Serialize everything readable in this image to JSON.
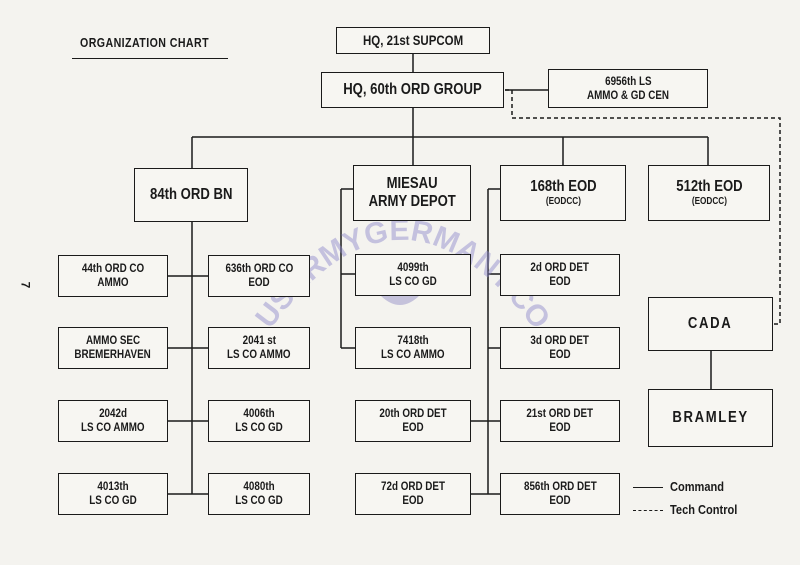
{
  "title": "ORGANIZATION CHART",
  "page_number": "7",
  "watermark": "USARMYGERMANY.COM",
  "nodes": {
    "hq_21st_supcom": "HQ, 21st SUPCOM",
    "hq_60th_ord_group": "HQ, 60th ORD GROUP",
    "ls_6956th": [
      "6956th LS",
      "AMMO & GD CEN"
    ],
    "bn_84th_ord": "84th ORD BN",
    "miesau_army_depot": [
      "MIESAU",
      "ARMY DEPOT"
    ],
    "eod_168th": [
      "168th EOD",
      "(EODCC)"
    ],
    "eod_512th": [
      "512th EOD",
      "(EODCC)"
    ],
    "ord_co_44th": [
      "44th ORD CO",
      "AMMO"
    ],
    "ord_co_636th": [
      "636th ORD CO",
      "EOD"
    ],
    "ammo_sec": [
      "AMMO SEC",
      "BREMERHAVEN"
    ],
    "ls_co_2041st": [
      "2041 st",
      "LS CO AMMO"
    ],
    "ls_co_2042d": [
      "2042d",
      "LS CO AMMO"
    ],
    "ls_co_4006th": [
      "4006th",
      "LS CO GD"
    ],
    "ls_co_4013th": [
      "4013th",
      "LS CO GD"
    ],
    "ls_co_4080th": [
      "4080th",
      "LS CO GD"
    ],
    "ls_co_4099th": [
      "4099th",
      "LS CO GD"
    ],
    "ls_co_7418th": [
      "7418th",
      "LS CO AMMO"
    ],
    "ord_det_20th": [
      "20th ORD DET",
      "EOD"
    ],
    "ord_det_72d": [
      "72d ORD DET",
      "EOD"
    ],
    "ord_det_2d": [
      "2d ORD DET",
      "EOD"
    ],
    "ord_det_3d": [
      "3d ORD DET",
      "EOD"
    ],
    "ord_det_21st": [
      "21st ORD DET",
      "EOD"
    ],
    "ord_det_856th": [
      "856th ORD DET",
      "EOD"
    ],
    "cada": "CADA",
    "bramley": "BRAMLEY"
  },
  "legend": {
    "command": "Command",
    "tech_control": "Tech Control"
  }
}
